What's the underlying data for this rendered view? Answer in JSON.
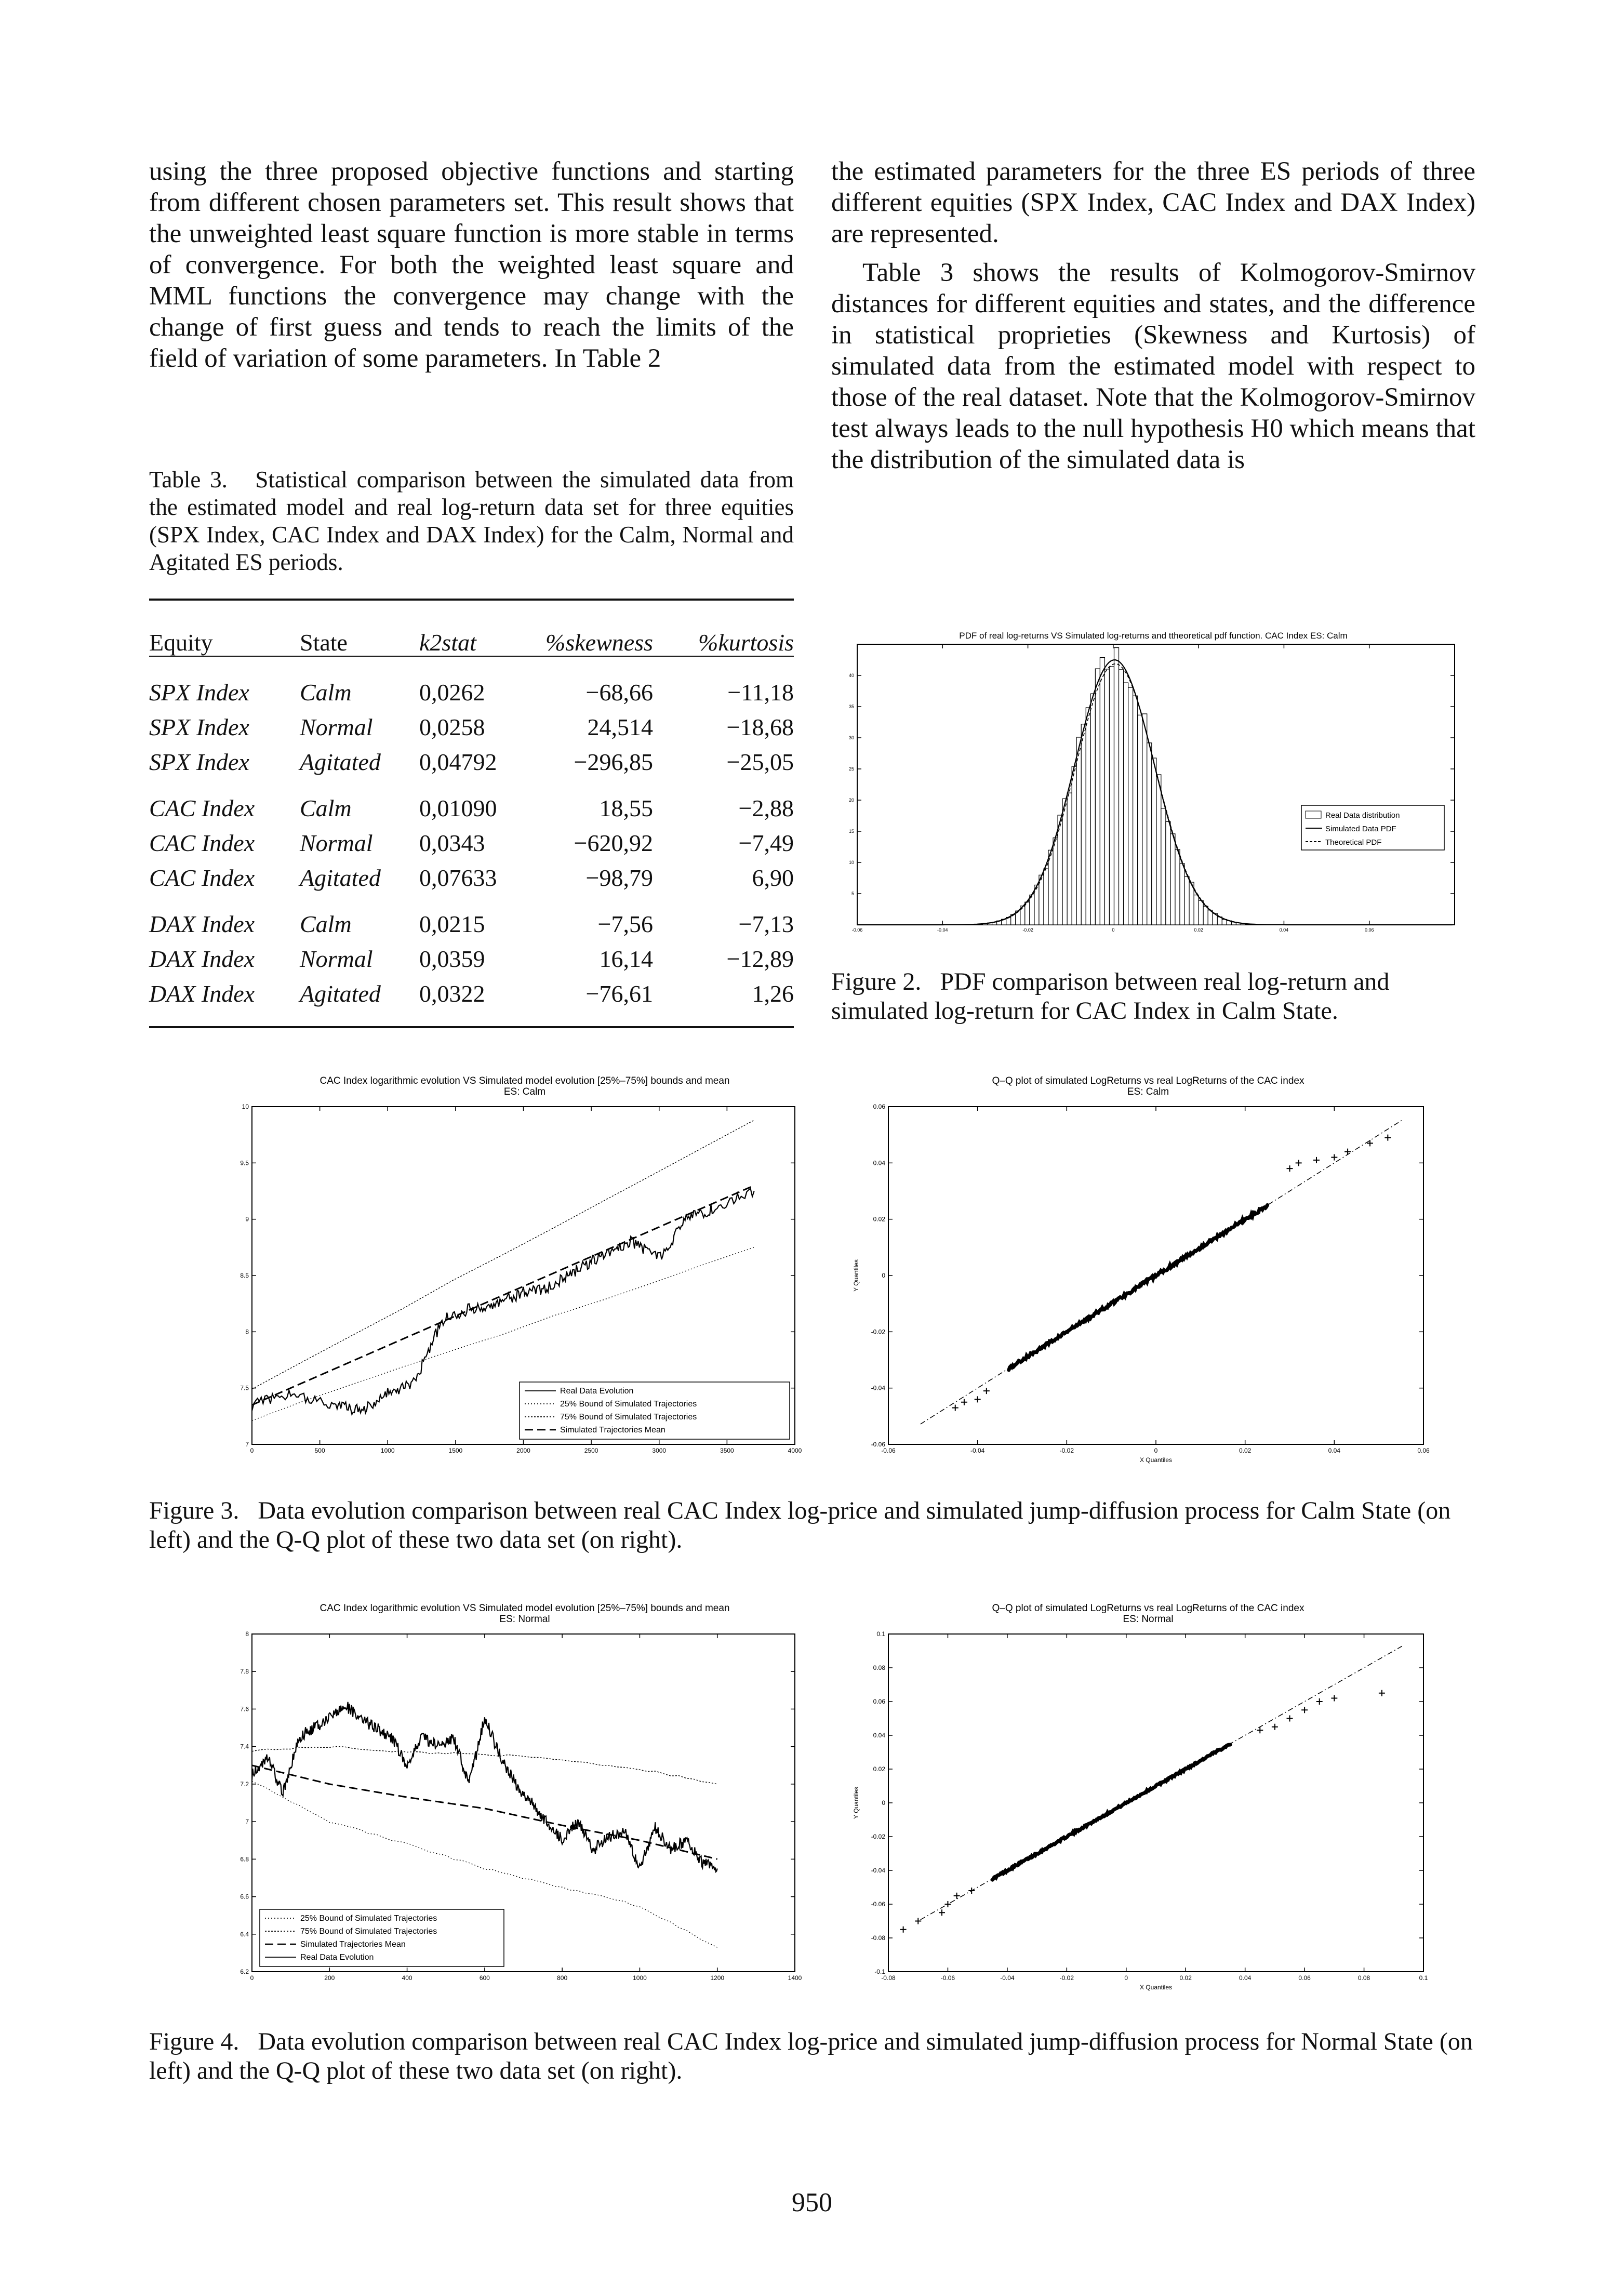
{
  "left_paragraph": "using the three proposed objective functions and starting from different chosen parameters set. This result shows that the unweighted least square function is more stable in terms of convergence. For both the weighted least square and MML functions the convergence may change with the change of first guess and tends to reach the limits of the field of variation of some parameters. In Table 2",
  "right_paragraph_1": "the estimated parameters for the three ES periods of three different equities (SPX Index, CAC Index and DAX Index) are represented.",
  "right_paragraph_2": "Table 3 shows the results of Kolmogorov-Smirnov distances for different equities and states, and the difference in statistical proprieties (Skewness and Kurtosis) of simulated data from the estimated model with respect to those of the real dataset. Note that the Kolmogorov-Smirnov test always leads to the null hypothesis H0 which means that the distribution of the simulated data is",
  "table3": {
    "caption_label": "Table 3.",
    "caption_text": "Statistical comparison between the simulated data from the estimated model and real log-return data set for three equities (SPX Index, CAC Index and DAX Index) for the Calm, Normal and Agitated ES periods.",
    "headers": [
      "Equity",
      "State",
      "k2stat",
      "%skewness",
      "%kurtosis"
    ],
    "rows": [
      [
        "SPX Index",
        "Calm",
        "0,0262",
        "−68,66",
        "−11,18"
      ],
      [
        "SPX Index",
        "Normal",
        "0,0258",
        "24,514",
        "−18,68"
      ],
      [
        "SPX Index",
        "Agitated",
        "0,04792",
        "−296,85",
        "−25,05"
      ],
      [
        "CAC Index",
        "Calm",
        "0,01090",
        "18,55",
        "−2,88"
      ],
      [
        "CAC Index",
        "Normal",
        "0,0343",
        "−620,92",
        "−7,49"
      ],
      [
        "CAC Index",
        "Agitated",
        "0,07633",
        "−98,79",
        "6,90"
      ],
      [
        "DAX Index",
        "Calm",
        "0,0215",
        "−7,56",
        "−7,13"
      ],
      [
        "DAX Index",
        "Normal",
        "0,0359",
        "16,14",
        "−12,89"
      ],
      [
        "DAX Index",
        "Agitated",
        "0,0322",
        "−76,61",
        "1,26"
      ]
    ]
  },
  "figure2": {
    "caption_label": "Figure 2.",
    "caption_text": "PDF comparison between real log-return and simulated log-return for CAC Index in Calm State."
  },
  "figure3": {
    "caption_label": "Figure 3.",
    "caption_text": "Data evolution comparison between real CAC Index log-price and simulated jump-diffusion process for Calm State (on left) and the Q-Q plot of these two data set (on right)."
  },
  "figure4": {
    "caption_label": "Figure 4.",
    "caption_text": "Data evolution comparison between real CAC Index log-price and simulated jump-diffusion process for Normal State (on left) and the Q-Q plot of these two data set (on right)."
  },
  "page_number": "950",
  "chart_data": [
    {
      "id": "fig2_pdf",
      "type": "bar",
      "title": "PDF of real log-returns VS Simulated log-returns and ttheoretical pdf function. CAC Index  ES: Calm",
      "xlabel": "",
      "ylabel": "",
      "xlim": [
        -0.06,
        0.08
      ],
      "ylim": [
        0,
        45
      ],
      "xticks": [
        "-0.06",
        "-0.04",
        "-0.02",
        "0",
        "0.02",
        "0.04",
        "0.06"
      ],
      "yticks": [
        "5",
        "10",
        "15",
        "20",
        "25",
        "30",
        "35",
        "40"
      ],
      "legend": [
        "Real Data distribution",
        "Simulated Data PDF",
        "Theoretical PDF"
      ],
      "legend_position": "right",
      "distribution": {
        "mean": 0.0003,
        "sd": 0.0093,
        "peak": 42.5
      },
      "grid": false
    },
    {
      "id": "fig3_left",
      "type": "line",
      "title": "CAC Index logarithmic evolution VS Simulated model evolution [25%–75%] bounds and mean",
      "subtitle": "ES: Calm",
      "xlim": [
        0,
        4000
      ],
      "ylim": [
        7,
        10
      ],
      "xticks": [
        "0",
        "500",
        "1000",
        "1500",
        "2000",
        "2500",
        "3000",
        "3500",
        "4000"
      ],
      "yticks": [
        "7",
        "7.5",
        "8",
        "8.5",
        "9",
        "9.5",
        "10"
      ],
      "legend": [
        "Real Data Evolution",
        "25% Bound of Simulated Trajectories",
        "75% Bound of Simulated Trajectories",
        "Simulated Trajectories Mean"
      ],
      "legend_position": "bottom-right",
      "series": [
        {
          "name": "Simulated Trajectories Mean",
          "x": [
            0,
            3700
          ],
          "y": [
            7.35,
            9.3
          ]
        },
        {
          "name": "75% Bound of Simulated Trajectories",
          "x": [
            0,
            3700
          ],
          "y": [
            7.5,
            9.88
          ]
        },
        {
          "name": "25% Bound of Simulated Trajectories",
          "x": [
            0,
            3700
          ],
          "y": [
            7.22,
            8.75
          ]
        },
        {
          "name": "Real Data Evolution",
          "x": [
            0,
            300,
            600,
            800,
            1000,
            1200,
            1400,
            1600,
            1800,
            2000,
            2200,
            2400,
            2600,
            2800,
            3000,
            3200,
            3400,
            3700
          ],
          "y": [
            7.35,
            7.45,
            7.35,
            7.3,
            7.45,
            7.55,
            8.1,
            8.2,
            8.25,
            8.35,
            8.4,
            8.55,
            8.7,
            8.8,
            8.65,
            9.0,
            9.1,
            9.25
          ]
        }
      ]
    },
    {
      "id": "fig3_right",
      "type": "scatter",
      "title": "Q–Q plot of simulated LogReturns vs real LogReturns of the CAC index",
      "subtitle": "ES: Calm",
      "xlabel": "X Quantiles",
      "ylabel": "Y Quantiles",
      "xlim": [
        -0.06,
        0.06
      ],
      "ylim": [
        -0.06,
        0.06
      ],
      "xticks": [
        "-0.06",
        "-0.04",
        "-0.02",
        "0",
        "0.02",
        "0.04",
        "0.06"
      ],
      "yticks": [
        "-0.06",
        "-0.04",
        "-0.02",
        "0",
        "0.02",
        "0.04",
        "0.06"
      ],
      "body": {
        "x0": -0.033,
        "x1": 0.025
      },
      "outliers": [
        [
          -0.045,
          -0.047
        ],
        [
          -0.043,
          -0.045
        ],
        [
          -0.04,
          -0.044
        ],
        [
          -0.038,
          -0.041
        ],
        [
          0.03,
          0.038
        ],
        [
          0.032,
          0.04
        ],
        [
          0.036,
          0.041
        ],
        [
          0.04,
          0.042
        ],
        [
          0.043,
          0.044
        ],
        [
          0.048,
          0.047
        ],
        [
          0.052,
          0.049
        ]
      ]
    },
    {
      "id": "fig4_left",
      "type": "line",
      "title": "CAC Index logarithmic evolution VS Simulated model evolution [25%–75%] bounds and mean",
      "subtitle": "ES: Normal",
      "xlim": [
        0,
        1400
      ],
      "ylim": [
        6.2,
        8
      ],
      "xticks": [
        "0",
        "200",
        "400",
        "600",
        "800",
        "1000",
        "1200",
        "1400"
      ],
      "yticks": [
        "6.2",
        "6.4",
        "6.6",
        "6.8",
        "7",
        "7.2",
        "7.4",
        "7.6",
        "7.8",
        "8"
      ],
      "legend": [
        "25% Bound of Simulated Trajectories",
        "75% Bound of Simulated Trajectories",
        "Simulated Trajectories Mean",
        "Real Data Evolution"
      ],
      "legend_position": "bottom-left",
      "series": [
        {
          "name": "Simulated Trajectories Mean",
          "x": [
            0,
            200,
            400,
            600,
            800,
            1000,
            1200
          ],
          "y": [
            7.3,
            7.2,
            7.13,
            7.07,
            6.98,
            6.9,
            6.8
          ]
        },
        {
          "name": "75% Bound of Simulated Trajectories",
          "x": [
            0,
            200,
            400,
            600,
            800,
            1000,
            1200
          ],
          "y": [
            7.38,
            7.4,
            7.37,
            7.36,
            7.33,
            7.28,
            7.2
          ]
        },
        {
          "name": "25% Bound of Simulated Trajectories",
          "x": [
            0,
            200,
            400,
            600,
            800,
            1000,
            1200
          ],
          "y": [
            7.22,
            7.0,
            6.88,
            6.75,
            6.65,
            6.55,
            6.33
          ]
        },
        {
          "name": "Real Data Evolution",
          "x": [
            0,
            40,
            80,
            120,
            160,
            200,
            240,
            280,
            320,
            360,
            400,
            440,
            480,
            520,
            560,
            600,
            640,
            680,
            720,
            760,
            800,
            840,
            880,
            920,
            960,
            1000,
            1040,
            1080,
            1120,
            1160,
            1200
          ],
          "y": [
            7.25,
            7.35,
            7.15,
            7.45,
            7.5,
            7.55,
            7.62,
            7.55,
            7.5,
            7.45,
            7.3,
            7.45,
            7.4,
            7.45,
            7.2,
            7.55,
            7.35,
            7.2,
            7.1,
            7.0,
            6.9,
            7.0,
            6.85,
            6.92,
            6.95,
            6.75,
            6.97,
            6.85,
            6.9,
            6.78,
            6.75
          ]
        }
      ]
    },
    {
      "id": "fig4_right",
      "type": "scatter",
      "title": "Q–Q plot of simulated LogReturns vs real LogReturns of the CAC index",
      "subtitle": "ES: Normal",
      "xlabel": "X Quantiles",
      "ylabel": "Y Quantiles",
      "xlim": [
        -0.08,
        0.1
      ],
      "ylim": [
        -0.1,
        0.1
      ],
      "xticks": [
        "-0.08",
        "-0.06",
        "-0.04",
        "-0.02",
        "0",
        "0.02",
        "0.04",
        "0.06",
        "0.08",
        "0.1"
      ],
      "yticks": [
        "-0.1",
        "-0.08",
        "-0.06",
        "-0.04",
        "-0.02",
        "0",
        "0.02",
        "0.04",
        "0.06",
        "0.08",
        "0.1"
      ],
      "body": {
        "x0": -0.045,
        "x1": 0.035
      },
      "outliers": [
        [
          -0.075,
          -0.075
        ],
        [
          -0.07,
          -0.07
        ],
        [
          -0.062,
          -0.065
        ],
        [
          -0.06,
          -0.06
        ],
        [
          -0.057,
          -0.055
        ],
        [
          -0.052,
          -0.052
        ],
        [
          0.045,
          0.043
        ],
        [
          0.05,
          0.045
        ],
        [
          0.055,
          0.05
        ],
        [
          0.06,
          0.055
        ],
        [
          0.065,
          0.06
        ],
        [
          0.07,
          0.062
        ],
        [
          0.086,
          0.065
        ]
      ]
    }
  ]
}
